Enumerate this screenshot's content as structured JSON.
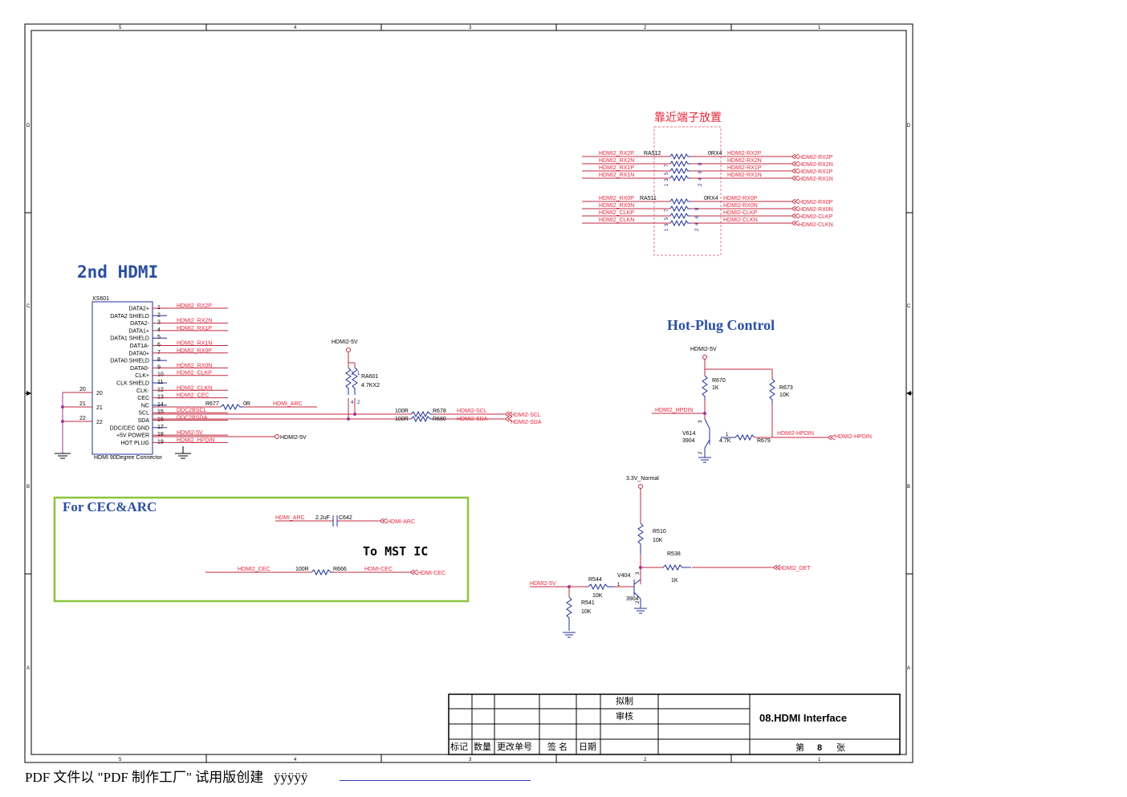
{
  "frame": {
    "top_zones": [
      "5",
      "4",
      "3",
      "2",
      "1"
    ],
    "bottom_zones": [
      "5",
      "4",
      "3",
      "2",
      "1"
    ],
    "side_zones": [
      "D",
      "C",
      "B",
      "A"
    ]
  },
  "sections": {
    "placement_note": "靠近端子放置",
    "hdmi_title": "2nd HDMI",
    "hotplug_title": "Hot-Plug Control",
    "cec_title": "For CEC&ARC",
    "to_mst": "To MST IC"
  },
  "connector": {
    "ref": "XS601",
    "name": "HDMI 90Degree Connector",
    "pins": [
      {
        "num": "1",
        "name": "DATA2+",
        "net": "HDMI2_RX2P"
      },
      {
        "num": "2",
        "name": "DATA2 SHIELD",
        "net": ""
      },
      {
        "num": "3",
        "name": "DATA2-",
        "net": "HDMI2_RX2N"
      },
      {
        "num": "4",
        "name": "DATA1+",
        "net": "HDMI2_RX1P"
      },
      {
        "num": "5",
        "name": "DATA1 SHIELD",
        "net": ""
      },
      {
        "num": "6",
        "name": "DAT1A-",
        "net": "HDMI2_RX1N"
      },
      {
        "num": "7",
        "name": "DATA0+",
        "net": "HDMI2_RX0P"
      },
      {
        "num": "8",
        "name": "DATA0 SHIELD",
        "net": ""
      },
      {
        "num": "9",
        "name": "DATA0-",
        "net": "HDMI2_RX0N"
      },
      {
        "num": "10",
        "name": "CLK+",
        "net": "HDMI2_CLKP"
      },
      {
        "num": "11",
        "name": "CLK SHIELD",
        "net": ""
      },
      {
        "num": "12",
        "name": "CLK-",
        "net": "HDMI2_CLKN"
      },
      {
        "num": "13",
        "name": "CEC",
        "net": "HDMI2_CEC"
      },
      {
        "num": "14",
        "name": "NC",
        "net": ""
      },
      {
        "num": "15",
        "name": "SCL",
        "net": "DDC2BSCL"
      },
      {
        "num": "16",
        "name": "SDA",
        "net": "DDC2BSDA"
      },
      {
        "num": "17",
        "name": "DDC/CEC GND",
        "net": ""
      },
      {
        "num": "18",
        "name": "+5V POWER",
        "net": "HDMI2-5V"
      },
      {
        "num": "19",
        "name": "HOT PLUG",
        "net": "HDMI2_HPDIN"
      }
    ],
    "shield_pins": [
      "20",
      "21",
      "22"
    ]
  },
  "ra512": {
    "ref": "RA512",
    "value": "0RX4",
    "in": [
      "HDMI2_RX2P",
      "HDMI2_RX2N",
      "HDMI2_RX1P",
      "HDMI2_RX1N"
    ],
    "out": [
      "HDMI2-RX2P",
      "HDMI2-RX2N",
      "HDMI2-RX1P",
      "HDMI2-RX1N"
    ],
    "ports": [
      "HDMI2-RX2P",
      "HDMI2-RX2N",
      "HDMI2-RX1P",
      "HDMI2-RX1N"
    ]
  },
  "ra511": {
    "ref": "RA511",
    "value": "0RX4",
    "in": [
      "HDMI2_RX0P",
      "HDMI2_RX0N",
      "HDMI2_CLKP",
      "HDMI2_CLKN"
    ],
    "out": [
      "HDMI2-RX0P",
      "HDMI2-RX0N",
      "HDMI2-CLKP",
      "HDMI2-CLKN"
    ],
    "ports": [
      "HDMI2-RX0P",
      "HDMI2-RX0N",
      "HDMI2-CLKP",
      "HDMI2-CLKN"
    ]
  },
  "ddc": {
    "power": "HDMI2-5V",
    "ra601_ref": "RA601",
    "ra601_val": "4.7KX2",
    "r677_ref": "R677",
    "r677_val": "0R",
    "arc_net": "HDMI_ARC",
    "r678_ref": "R678",
    "r678_val": "100R",
    "scl_net": "HDMI2-SCL",
    "scl_port": "HDMI2-SCL",
    "r680_ref": "R680",
    "r680_val": "100R",
    "sda_net": "HDMI2-SDA",
    "sda_port": "HDMI2-SDA",
    "pwr_out": "HDMI2-5V"
  },
  "hotplug": {
    "power": "HDMI2-5V",
    "r670_ref": "R670",
    "r670_val": "1K",
    "r673_ref": "R673",
    "r673_val": "10K",
    "in_net": "HDMI2_HPDIN",
    "q_ref": "V614",
    "q_val": "3904",
    "r679_ref": "R679",
    "r679_val": "4.7K",
    "out_net": "HDMI2-HPDIN",
    "out_port": "HDMI2-HPDIN"
  },
  "detect": {
    "power": "3.3V_Normal",
    "r510_ref": "R510",
    "r510_val": "10K",
    "r538_ref": "R538",
    "r538_val": "1K",
    "out_port": "HDMI2_DET",
    "q_ref": "V404",
    "q_val": "3904",
    "in_net": "HDMI2-5V",
    "r544_ref": "R544",
    "r544_val": "10K",
    "r541_ref": "R541",
    "r541_val": "10K"
  },
  "cec": {
    "arc_in": "HDMI_ARC",
    "c_val": "2.2uF",
    "c_ref": "C642",
    "arc_port": "HDMI-ARC",
    "cec_in": "HDMI2_CEC",
    "r_val": "100R",
    "r_ref": "R666",
    "cec_net": "HDMI-CEC",
    "cec_port": "HDMI-CEC"
  },
  "titleblock": {
    "draw": "拟制",
    "check": "审核",
    "col1": "标记",
    "col2": "数量",
    "col3": "更改单号",
    "col4": "签 名",
    "col5": "日期",
    "title": "08.HDMI Interface",
    "sheet_pre": "第",
    "sheet_num": "8",
    "sheet_post": "张"
  },
  "footer": {
    "text": "PDF 文件以 \"PDF 制作工厂\" 试用版创建   ÿÿÿÿÿ"
  }
}
